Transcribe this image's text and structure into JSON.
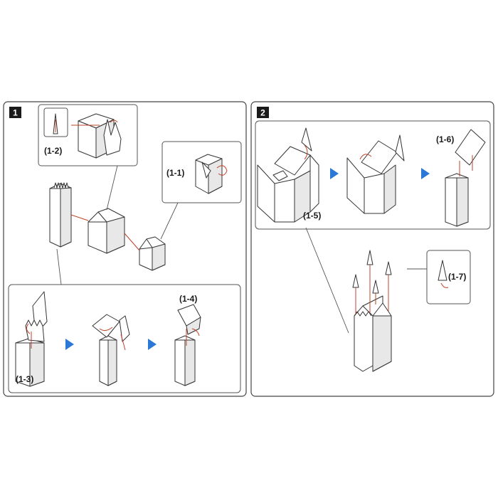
{
  "steps": [
    {
      "number": "1",
      "labels": [
        "(1-1)",
        "(1-2)",
        "(1-3)",
        "(1-4)"
      ]
    },
    {
      "number": "2",
      "labels": [
        "(1-5)",
        "(1-6)",
        "(1-7)"
      ]
    }
  ],
  "colors": {
    "arrow": "#2b78d6",
    "guide_line": "#c0432b",
    "step_badge": "#1a1a1a",
    "outline": "#333333"
  },
  "icons": [
    "play-arrow-icon"
  ]
}
